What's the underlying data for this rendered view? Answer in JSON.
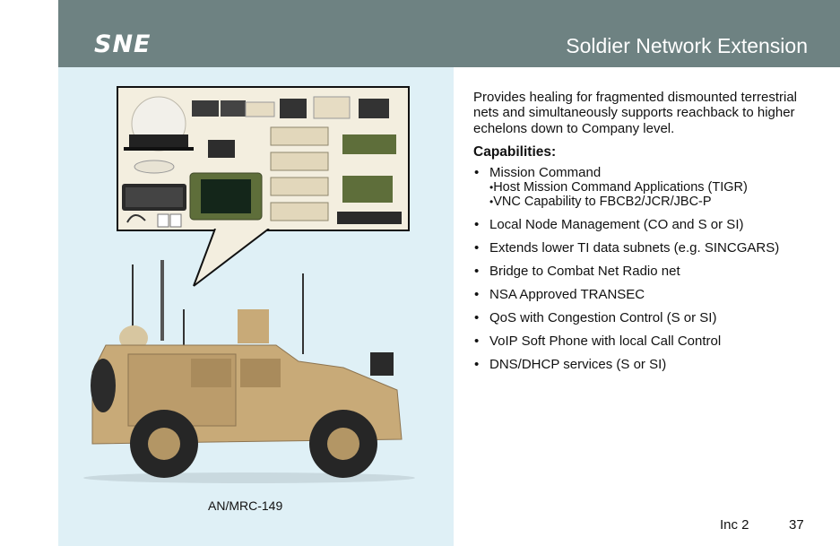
{
  "header": {
    "logo": "SNE",
    "title": "Soldier Network Extension"
  },
  "figure": {
    "caption": "AN/MRC-149"
  },
  "content": {
    "description": "Provides healing for fragmented dismounted terrestrial nets and simultaneously supports reachback to higher echelons down to Company level.",
    "capabilities_heading": "Capabilities:",
    "capabilities": [
      {
        "label": "Mission Command",
        "sub": [
          "Host Mission Command Applications (TIGR)",
          "VNC Capability to FBCB2/JCR/JBC-P"
        ]
      },
      {
        "label": "Local Node Management (CO and S or SI)"
      },
      {
        "label": "Extends lower TI data subnets (e.g. SINCGARS)"
      },
      {
        "label": "Bridge to Combat Net Radio net"
      },
      {
        "label": "NSA Approved TRANSEC"
      },
      {
        "label": "QoS with Congestion Control (S or SI)"
      },
      {
        "label": "VoIP Soft Phone with local Call Control"
      },
      {
        "label": "DNS/DHCP services (S or SI)"
      }
    ]
  },
  "footer": {
    "increment": "Inc 2",
    "page_number": "37"
  },
  "colors": {
    "header": "#6e8282",
    "left_panel": "#dff0f6",
    "vehicle": "#c8aa78",
    "equipment_green": "#5e6e3a"
  }
}
